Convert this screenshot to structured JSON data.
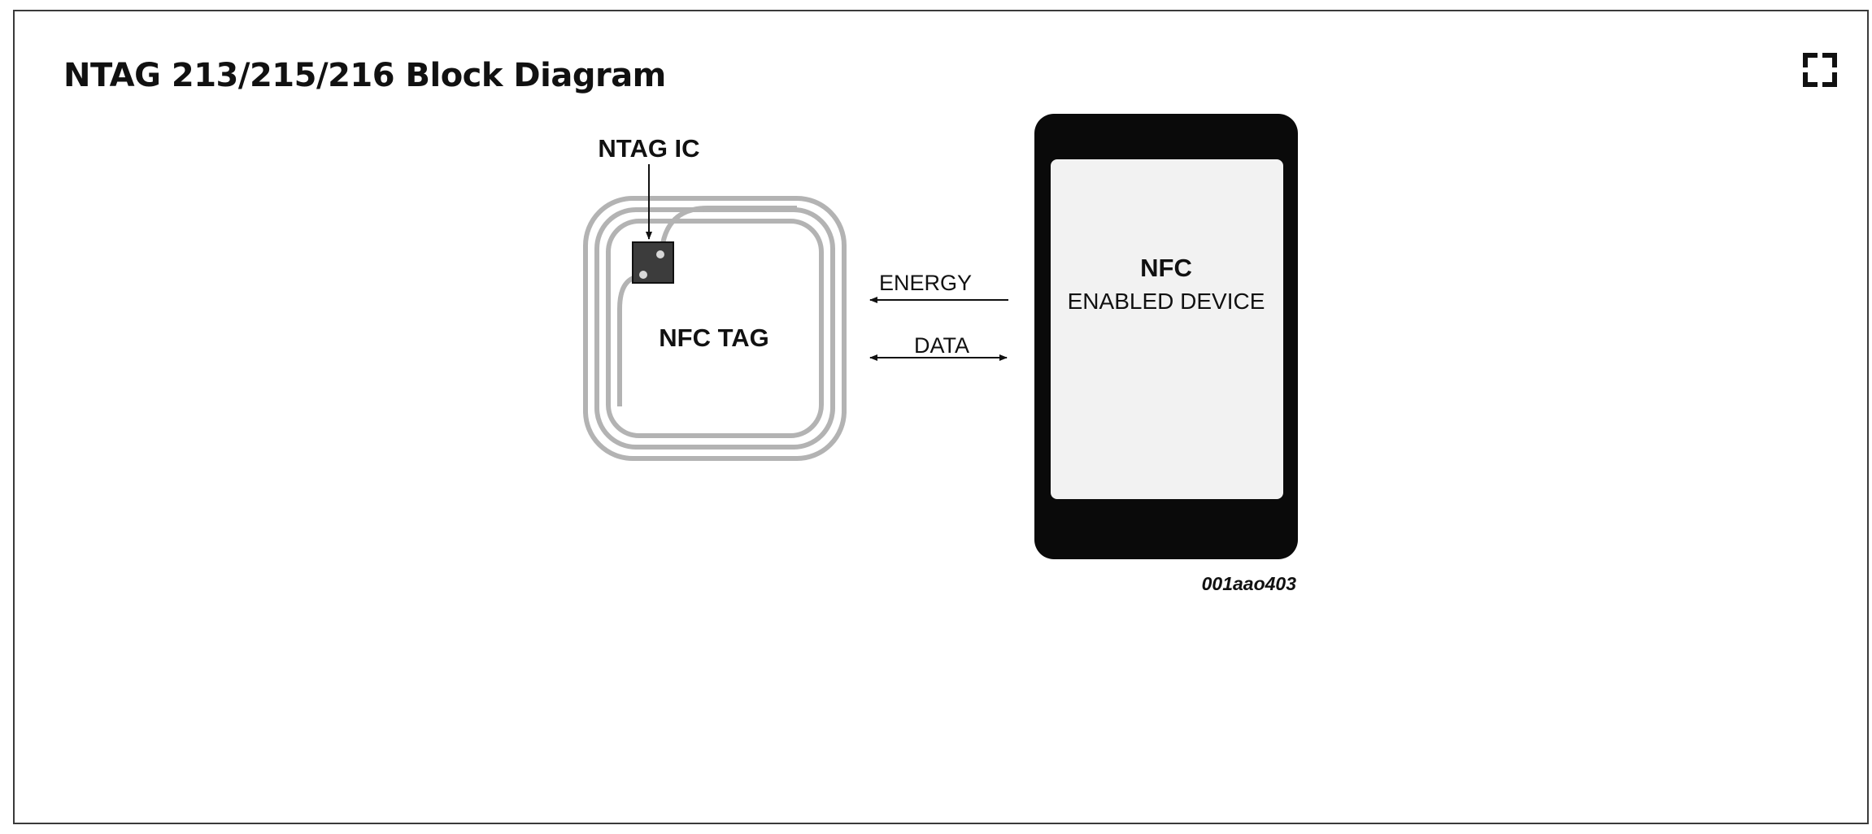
{
  "card": {
    "title": "NTAG 213/215/216 Block Diagram",
    "expand_icon": "fullscreen-icon"
  },
  "diagram": {
    "ic_label": "NTAG IC",
    "tag_label": "NFC TAG",
    "arrow_energy_label": "ENERGY",
    "arrow_data_label": "DATA",
    "device_label_line1": "NFC",
    "device_label_line2": "ENABLED DEVICE",
    "figure_code": "001aao403"
  },
  "colors": {
    "border": "#3a3a3a",
    "coil": "#b0b0b0",
    "chip": "#3c3c3c",
    "device_body": "#0a0a0a",
    "device_screen": "#f2f2f2"
  }
}
